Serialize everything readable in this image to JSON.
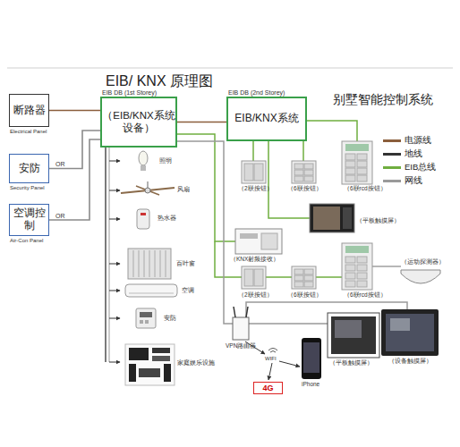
{
  "diagram": {
    "title": "EIB/ KNX 原理图",
    "nodes": [
      {
        "text": [
          "断路器",
          "Electrical Panel"
        ]
      },
      {
        "text": [
          "安防",
          "Security Panel"
        ]
      },
      {
        "text": [
          "空调控制",
          "Air-Con Panel"
        ]
      },
      {
        "text": [
          "EIB DB (1st Storey)",
          "（EIB/KNX系统设备）"
        ]
      },
      {
        "text": [
          "EIB DB (2nd Storey)",
          "EIB/KNX系统"
        ]
      },
      {
        "text": [
          "4G"
        ]
      }
    ],
    "edges": [
      {
        "from": 0,
        "to": 3,
        "arrow": "none"
      },
      {
        "from": 1,
        "to": 3,
        "arrow": "none"
      },
      {
        "from": 2,
        "to": 3,
        "arrow": "none"
      },
      {
        "from": 3,
        "to": 4,
        "arrow": "none"
      }
    ],
    "labels": [
      "OR",
      "OR",
      "照明",
      "风扇",
      "热水器",
      "百叶窗",
      "空调",
      "安防",
      "家庭娱乐设施",
      "（2联按钮）",
      "（6联按钮）",
      "（6联rcd按钮）",
      "（平板触摸屏）",
      "（KNX射频接收）",
      "（2联按钮）",
      "（6联按钮）",
      "（6联rcd按钮）",
      "（运动探测器）",
      "VPN路由器",
      "WIFI",
      "iPhone",
      "（平板触摸屏）",
      "（设备触摸屏）",
      "别墅智能控制系统"
    ],
    "legend": [
      {
        "text": "电源线",
        "color": "#8b5e3c"
      },
      {
        "text": "地线",
        "color": "#333333"
      },
      {
        "text": "EIB总线",
        "color": "#6fae3f"
      },
      {
        "text": "网线",
        "color": "#9a9a9a"
      }
    ]
  }
}
